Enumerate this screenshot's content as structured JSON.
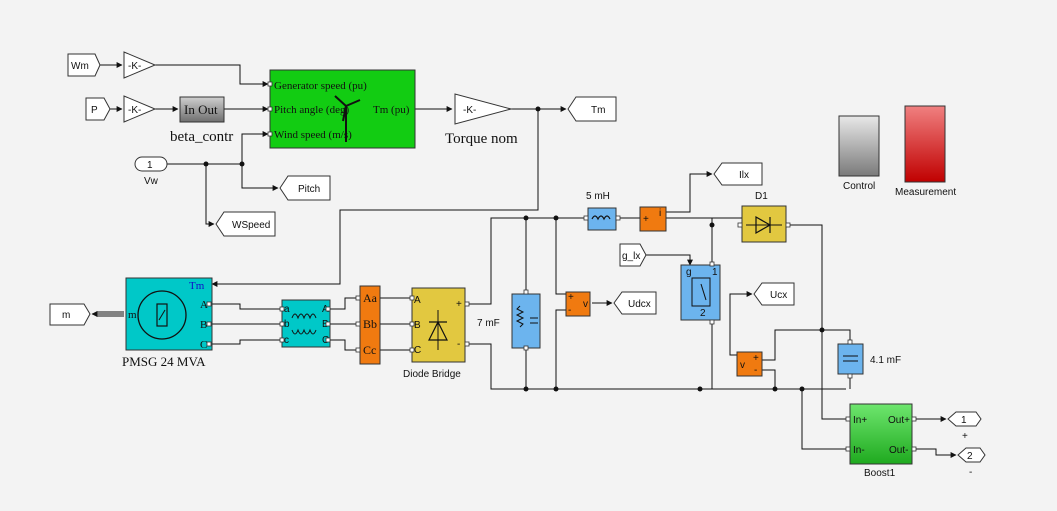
{
  "blocks": {
    "from_wm": "Wm",
    "from_p": "P",
    "gain_k1": "-K-",
    "gain_k2": "-K-",
    "beta_io": "In  Out",
    "beta_name": "beta_contr",
    "turbine_port1": "Generator speed (pu)",
    "turbine_port2": "Pitch angle (deg)",
    "turbine_port3": "Wind speed (m/s)",
    "turbine_out": "Tm (pu)",
    "torque_gain": "-K-",
    "torque_name": "Torque nom",
    "goto_tm": "Tm",
    "inport1_num": "1",
    "inport1_name": "Vw",
    "goto_pitch": "Pitch",
    "goto_wspeed": "WSpeed",
    "inductor": "5 mH",
    "goto_ilx": "Ilx",
    "diode_name": "D1",
    "from_glx": "g_lx",
    "goto_ucx": "Ucx",
    "goto_udcx": "Udcx",
    "cap1": "7 mF",
    "cap2": "4.1 mF",
    "pmsg_tm": "Tm",
    "pmsg_m": "m",
    "pmsg_a": "A",
    "pmsg_b": "B",
    "pmsg_c": "C",
    "pmsg_name": "PMSG 24 MVA",
    "goto_m": "m",
    "meas_a": "Aa",
    "meas_b": "Bb",
    "meas_c": "Cc",
    "bridge_a": "A",
    "bridge_b": "B",
    "bridge_c": "C",
    "bridge_name": "Diode Bridge",
    "control_name": "Control",
    "measurement_name": "Measurement",
    "boost_in_p": "In+",
    "boost_in_m": "In-",
    "boost_out_p": "Out+",
    "boost_out_m": "Out-",
    "boost_name": "Boost1",
    "outport1_num": "1",
    "outport1_sign": "+",
    "outport2_num": "2",
    "outport2_sign": "-"
  },
  "colors": {
    "green": "#12cc12",
    "teal": "#00c8c8",
    "orange": "#f07a10",
    "yellow": "#e2c840",
    "light_blue": "#6cb4ee",
    "gray_block": "#909090",
    "red_block": "#d21a1a"
  }
}
